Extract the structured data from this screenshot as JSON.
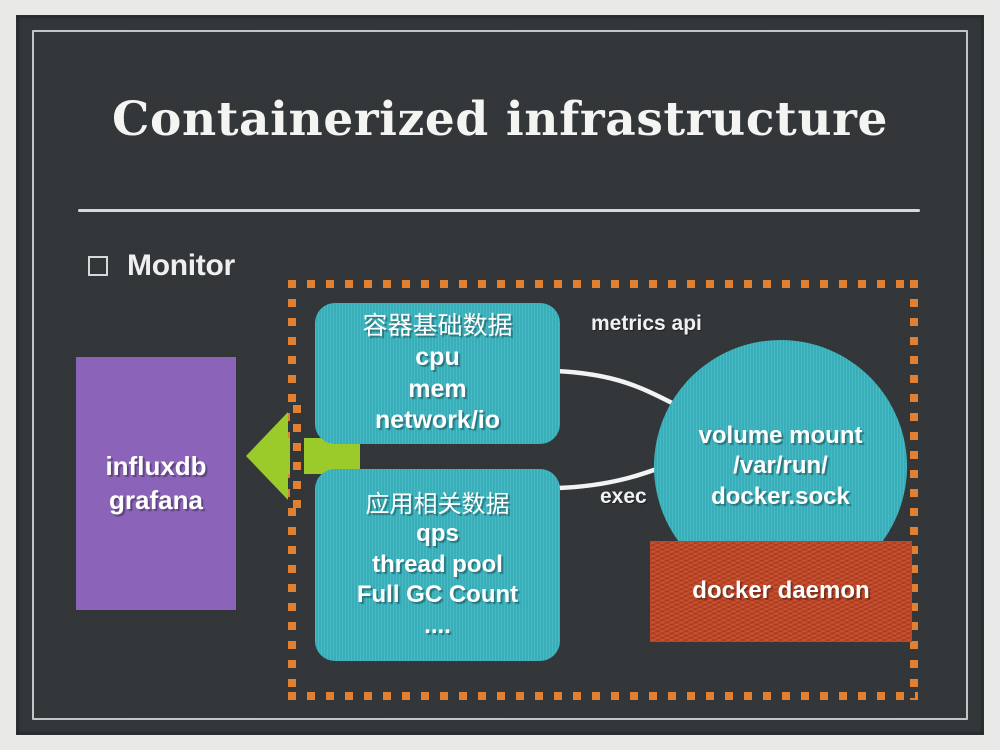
{
  "slide": {
    "title": "Containerized infrastructure",
    "bullet": {
      "icon": "hollow-square-bullet",
      "label": "Monitor"
    }
  },
  "colors": {
    "board_background": "#323639",
    "board_margin": "#e9e9e7",
    "teal": "#3cb7c2",
    "purple": "#8b64b9",
    "red": "#c44321",
    "green_arrow": "#9acb2b",
    "dashed_border": "#e08030",
    "chalk_white": "#f4f4f2"
  },
  "diagram": {
    "storage_box": {
      "lines": [
        "influxdb",
        "grafana"
      ],
      "color": "#8b64b9"
    },
    "sync_arrow": {
      "icon": "double-headed-horizontal-arrow",
      "direction": "bidirectional",
      "color": "#9acb2b"
    },
    "container_metrics_box": {
      "heading": "容器基础数据",
      "items": [
        "cpu",
        "mem",
        "network/io"
      ],
      "color": "#3cb7c2"
    },
    "app_metrics_box": {
      "heading": "应用相关数据",
      "items": [
        "qps",
        "thread pool",
        "Full GC Count",
        "...."
      ],
      "color": "#3cb7c2"
    },
    "docker_socket_circle": {
      "lines": [
        "volume mount",
        "/var/run/",
        "docker.sock"
      ],
      "color": "#3cb7c2"
    },
    "docker_daemon_box": {
      "label": "docker daemon",
      "color": "#c44321"
    },
    "connectors": [
      {
        "from": "container_metrics_box",
        "to": "docker_socket_circle",
        "label": "metrics api"
      },
      {
        "from": "app_metrics_box",
        "to": "docker_socket_circle",
        "label": "exec"
      }
    ],
    "grouping": {
      "style": "orange-dotted-rectangle",
      "color": "#e08030",
      "contains": [
        "container_metrics_box",
        "app_metrics_box",
        "docker_socket_circle",
        "docker_daemon_box"
      ]
    }
  }
}
